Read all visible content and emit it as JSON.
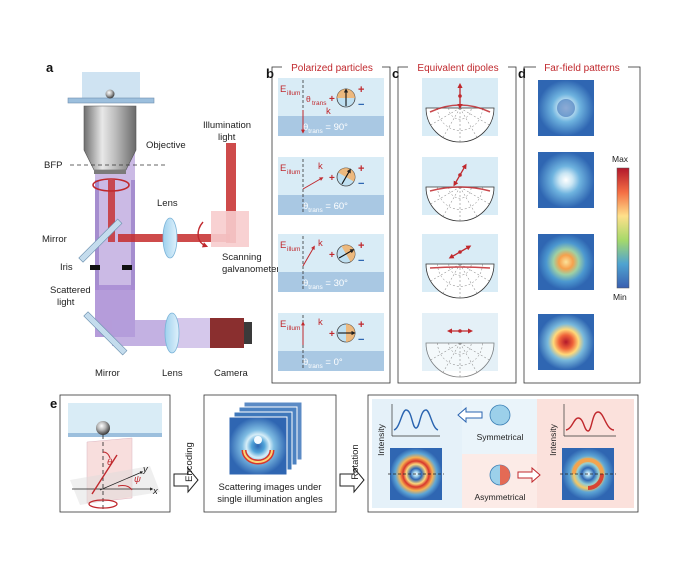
{
  "panel_letters": [
    "a",
    "b",
    "c",
    "d",
    "e"
  ],
  "panel_a": {
    "objective": "Objective",
    "bfp": "BFP",
    "illumination": [
      "Illumination",
      "light"
    ],
    "lens_top": "Lens",
    "mirror_top": "Mirror",
    "iris": "Iris",
    "scanning": [
      "Scanning",
      "galvanometer"
    ],
    "scattered": [
      "Scattered",
      "light"
    ],
    "mirror_bottom": "Mirror",
    "lens_bottom": "Lens",
    "camera": "Camera"
  },
  "panel_b": {
    "title": "Polarized particles",
    "e_sym": "E",
    "e_sub": "illum",
    "theta_sym": "θ",
    "theta_sub": "trans",
    "k": "k",
    "angles": [
      "90°",
      "60°",
      "30°",
      "0°"
    ],
    "charge_plus": "+",
    "charge_minus": "−"
  },
  "panel_c": {
    "title": "Equivalent dipoles"
  },
  "panel_d": {
    "title": "Far-field patterns",
    "max": "Max",
    "min": "Min"
  },
  "panel_e": {
    "theta": "θ",
    "psi": "ψ",
    "x": "x",
    "y": "y",
    "encoding": "Encoding",
    "scattering": [
      "Scattering images under",
      "single illumination angles"
    ],
    "rotation": "Rotation",
    "intensity": "Intensity",
    "symmetrical": "Symmetrical",
    "asymmetrical": "Asymmetrical"
  },
  "colors": {
    "laser_red": "#c62b2b",
    "beam_purple": "#9a7bc9",
    "panel_blue": "#d9ecf6",
    "band_blue": "#a9c8e3",
    "accent_red": "#c0282d",
    "accent_blue": "#2a64b0"
  }
}
